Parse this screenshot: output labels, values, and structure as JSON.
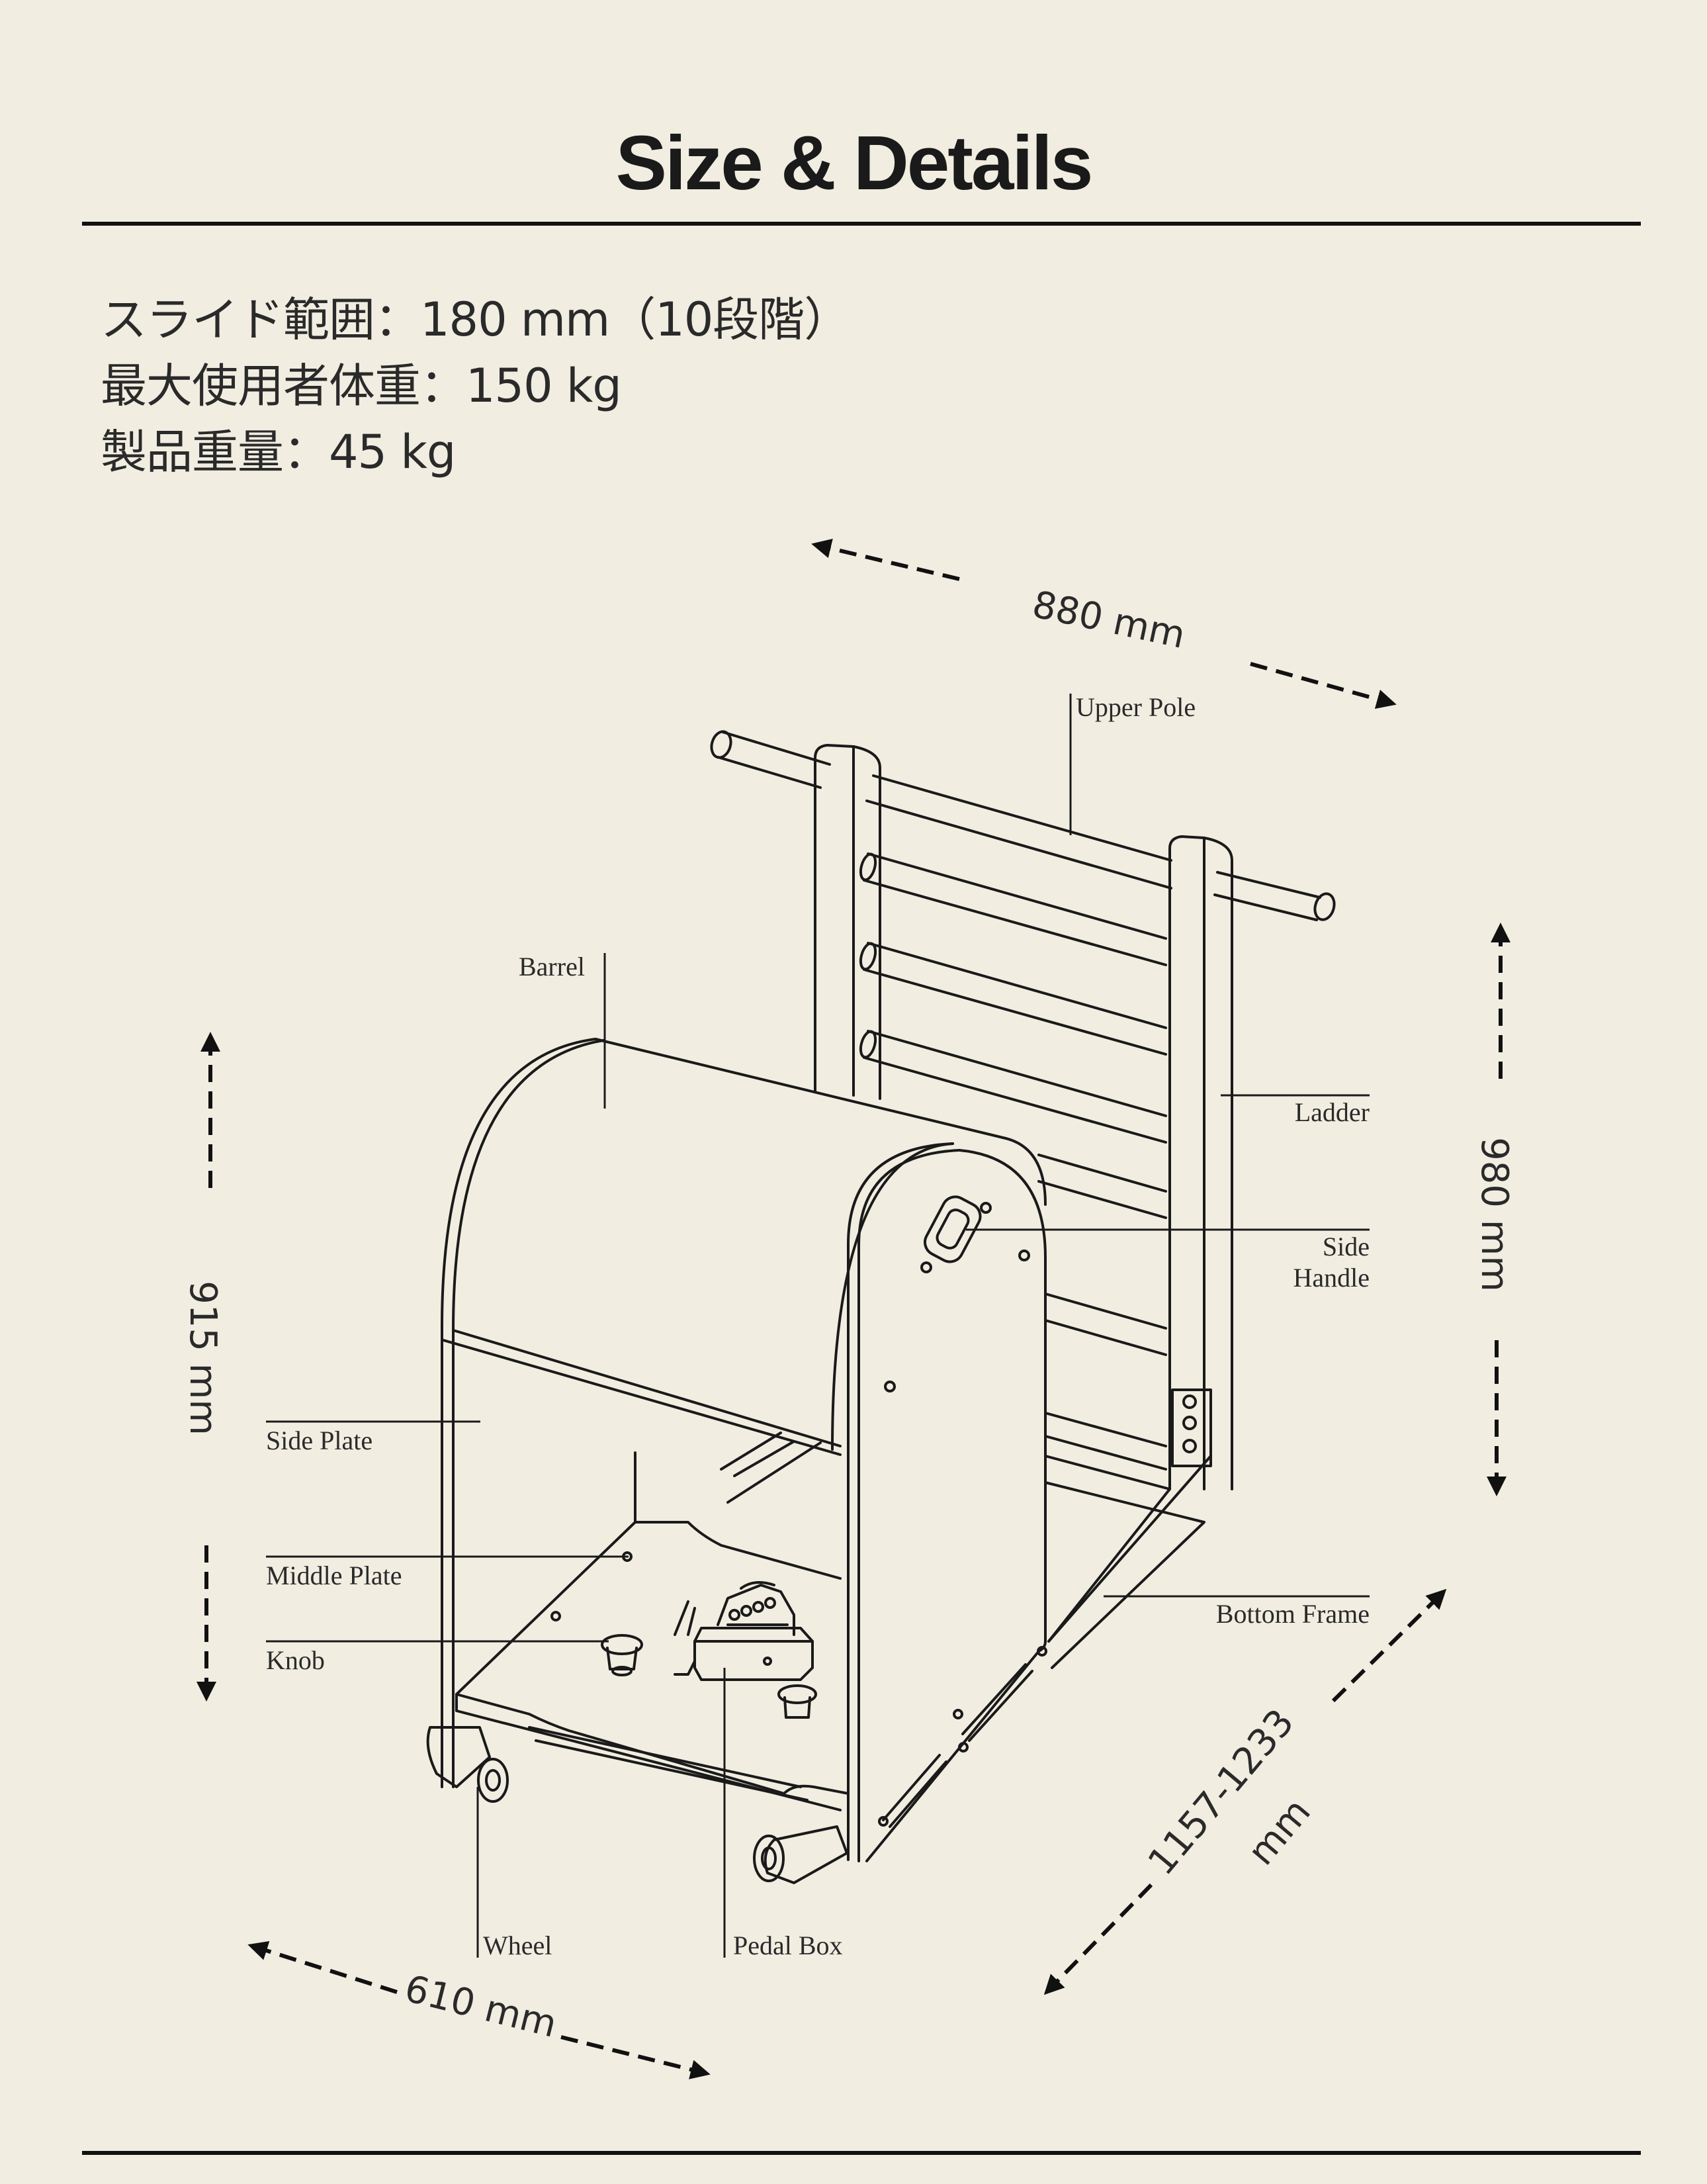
{
  "header": {
    "title": "Size & Details"
  },
  "specs": [
    "スライド範囲：180 mm（10段階）",
    "最大使用者体重：150 kg",
    "製品重量：45 kg"
  ],
  "labels": {
    "upper_pole": "Upper Pole",
    "barrel": "Barrel",
    "ladder": "Ladder",
    "side_handle_1": "Side",
    "side_handle_2": "Handle",
    "side_plate": "Side Plate",
    "middle_plate": "Middle Plate",
    "knob": "Knob",
    "bottom_frame": "Bottom Frame",
    "wheel": "Wheel",
    "pedal_box": "Pedal Box"
  },
  "dimensions": {
    "width": "880 mm",
    "height_right": "980 mm",
    "height_left": "915 mm",
    "length_1": "1157-1233",
    "length_2": "mm",
    "depth": "610 mm"
  },
  "colors": {
    "background": "#f1ede1",
    "ink": "#111111"
  },
  "icons": [
    "arrow-head-icon"
  ]
}
